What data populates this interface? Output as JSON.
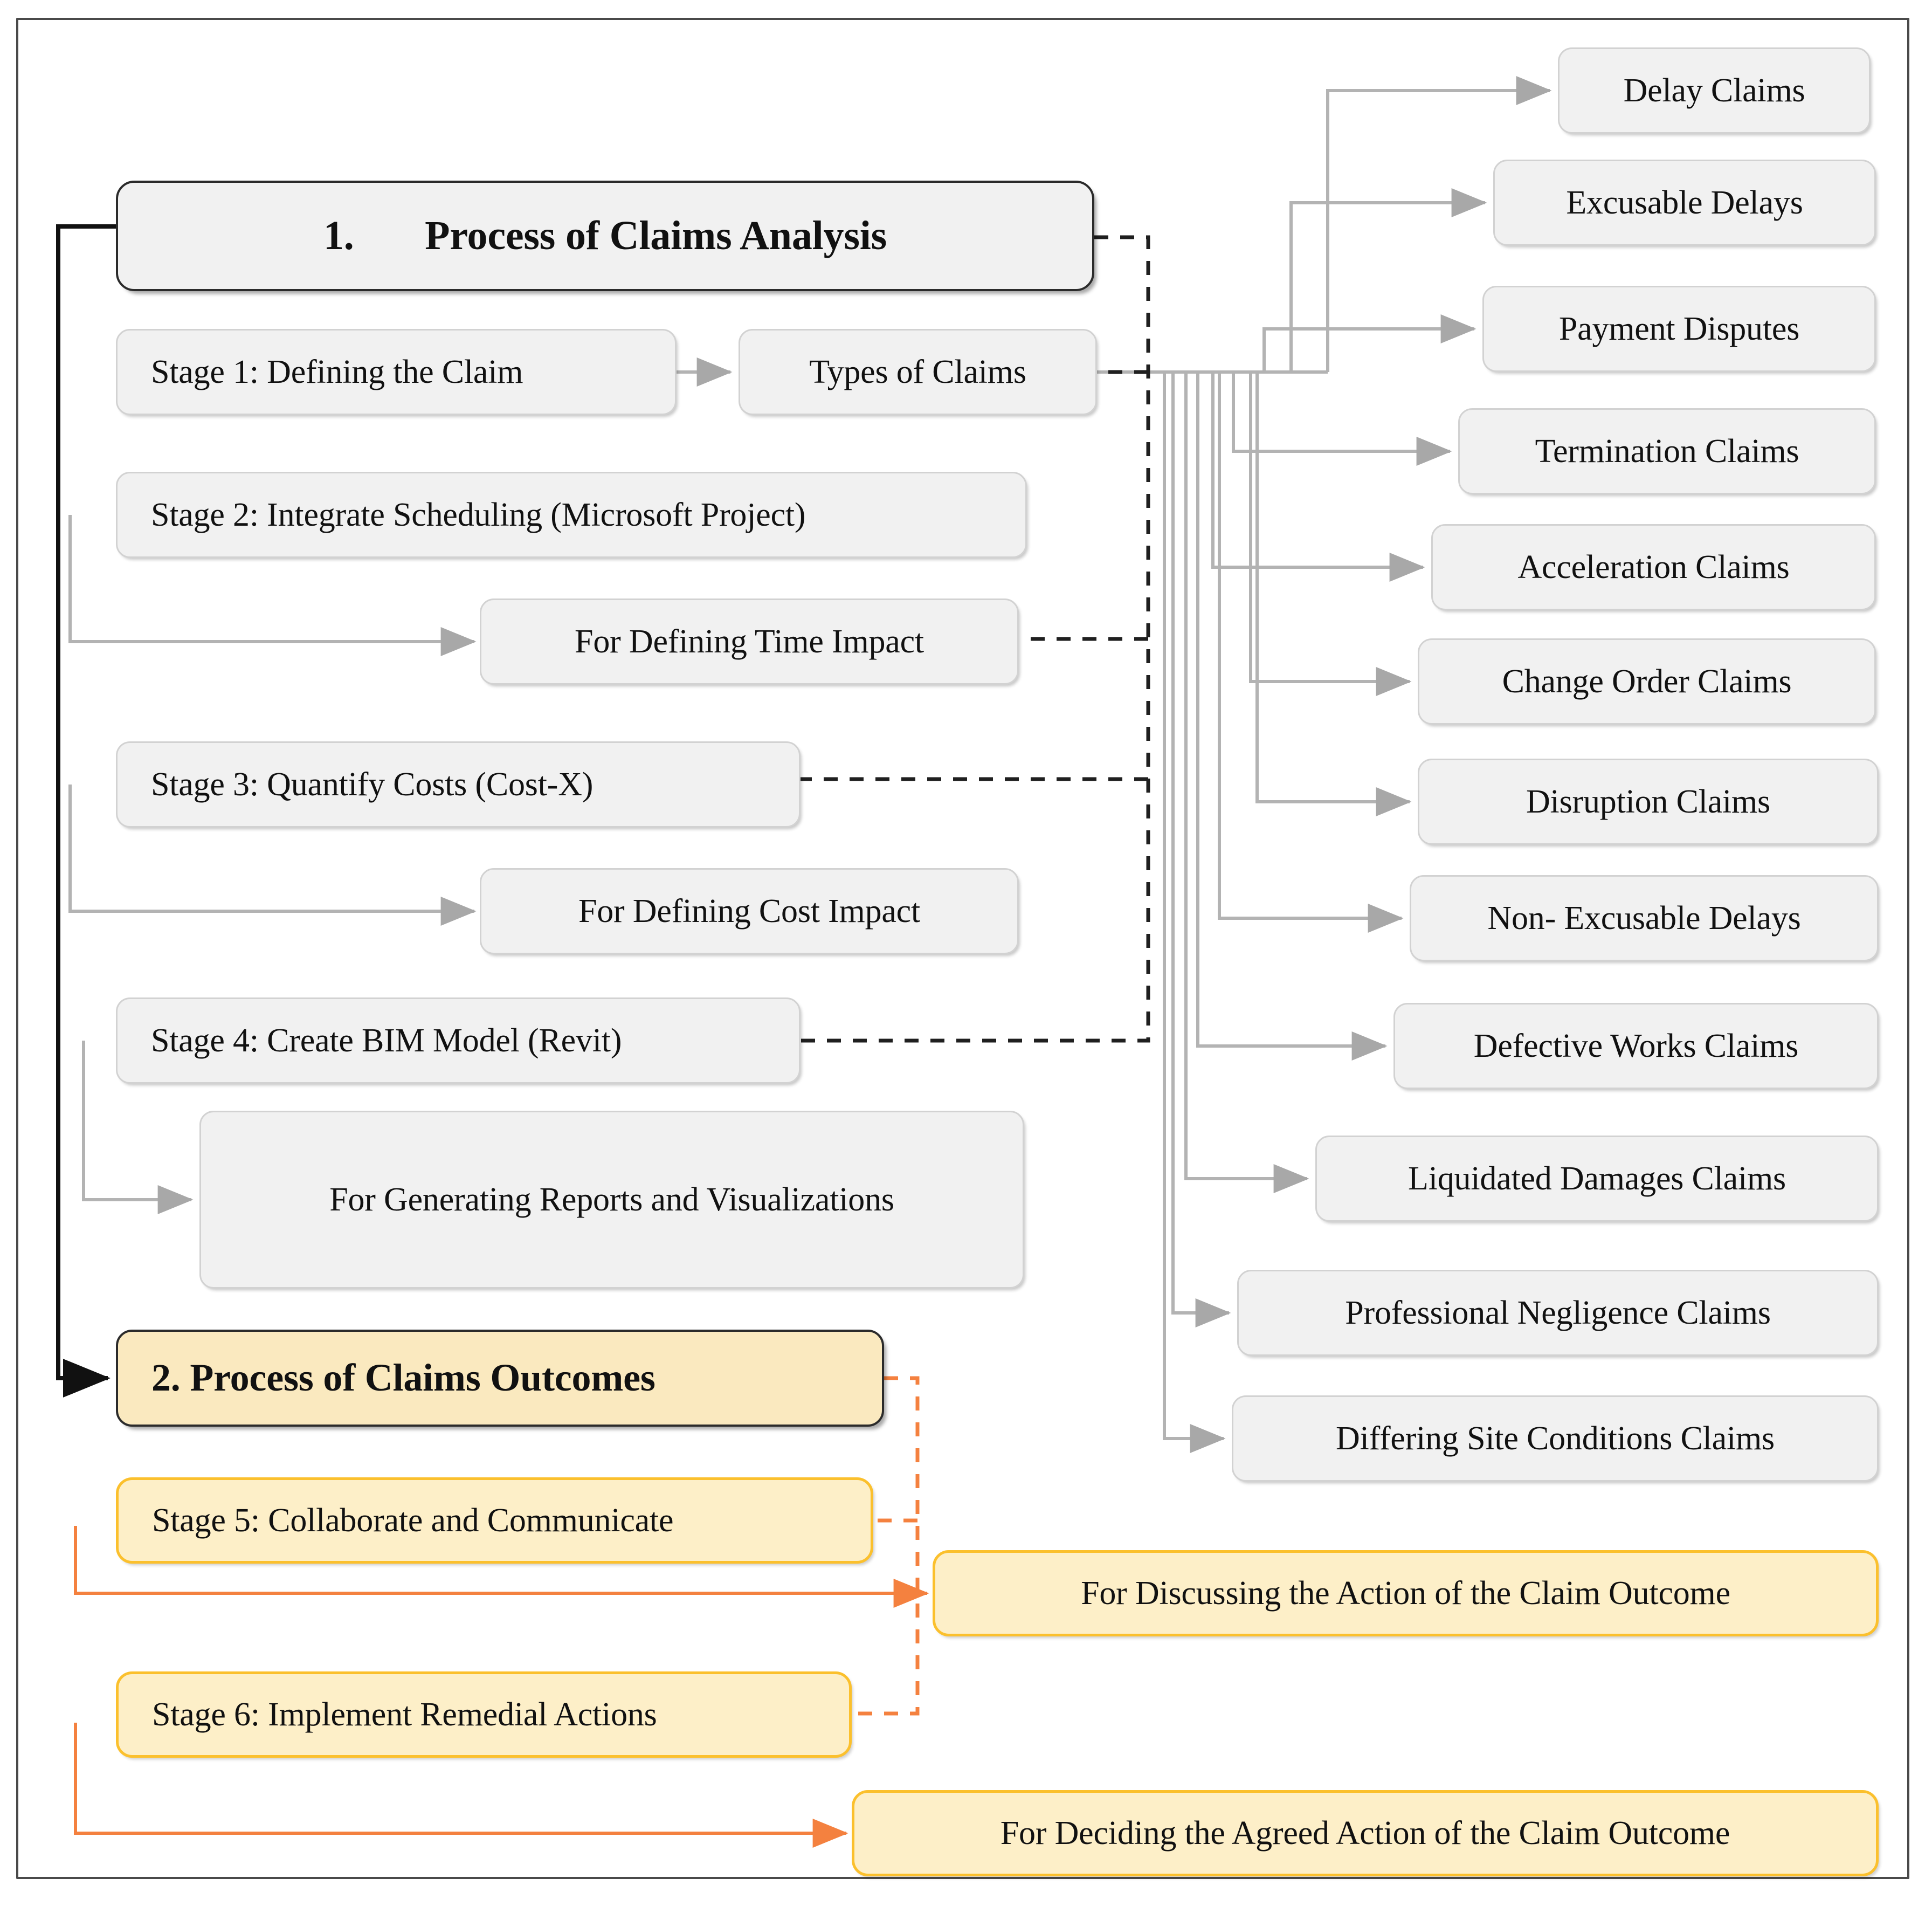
{
  "diagram": {
    "title": "Process of Claims Analysis and Outcomes Flowchart",
    "colors": {
      "frame_border": "#4a4a4a",
      "gray_node_fill": "#f1f1f1",
      "gray_node_border": "#d2d2d2",
      "gray_connector": "#b3b3b3",
      "dark_connector": "#1a1a1a",
      "header_border": "#2b2b2b",
      "cream_node_fill": "#fdefc8",
      "cream_node_border": "#fbc02d",
      "header2_fill": "#fae9bf",
      "orange_connector": "#f4813f",
      "text": "#111111"
    }
  },
  "sections": {
    "analysis": {
      "header": "1.       Process of Claims Analysis",
      "stages": [
        {
          "id": "stage-1",
          "label": "Stage 1: Defining the Claim"
        },
        {
          "id": "stage-2",
          "label": "Stage 2: Integrate Scheduling (Microsoft Project)"
        },
        {
          "id": "stage-3",
          "label": "Stage 3: Quantify Costs (Cost-X)"
        },
        {
          "id": "stage-4",
          "label": "Stage 4: Create BIM Model (Revit)"
        }
      ],
      "outputs": [
        {
          "id": "types-of-claims",
          "label": "Types of Claims"
        },
        {
          "id": "time-impact",
          "label": "For Defining Time Impact"
        },
        {
          "id": "cost-impact",
          "label": "For Defining Cost Impact"
        },
        {
          "id": "reports-visualizations",
          "label": "For Generating Reports and Visualizations"
        }
      ]
    },
    "outcomes": {
      "header": "2. Process of Claims Outcomes",
      "stages": [
        {
          "id": "stage-5",
          "label": "Stage 5: Collaborate and Communicate"
        },
        {
          "id": "stage-6",
          "label": "Stage 6: Implement Remedial Actions"
        }
      ],
      "outputs": [
        {
          "id": "discussing-action",
          "label": "For Discussing the Action of the Claim Outcome"
        },
        {
          "id": "deciding-action",
          "label": "For Deciding the Agreed Action of the Claim Outcome"
        }
      ]
    }
  },
  "claim_types": [
    {
      "id": "delay-claims",
      "label": "Delay Claims"
    },
    {
      "id": "excusable-delays",
      "label": "Excusable Delays"
    },
    {
      "id": "payment-disputes",
      "label": "Payment Disputes"
    },
    {
      "id": "termination-claims",
      "label": "Termination Claims"
    },
    {
      "id": "acceleration-claims",
      "label": "Acceleration Claims"
    },
    {
      "id": "change-order-claims",
      "label": "Change Order Claims"
    },
    {
      "id": "disruption-claims",
      "label": "Disruption Claims"
    },
    {
      "id": "non-excusable-delays",
      "label": "Non- Excusable Delays"
    },
    {
      "id": "defective-works-claims",
      "label": "Defective Works Claims"
    },
    {
      "id": "liquidated-damages-claims",
      "label": "Liquidated Damages Claims"
    },
    {
      "id": "professional-negligence-claims",
      "label": "Professional Negligence Claims"
    },
    {
      "id": "differing-site-conditions-claims",
      "label": "Differing Site Conditions Claims"
    }
  ]
}
